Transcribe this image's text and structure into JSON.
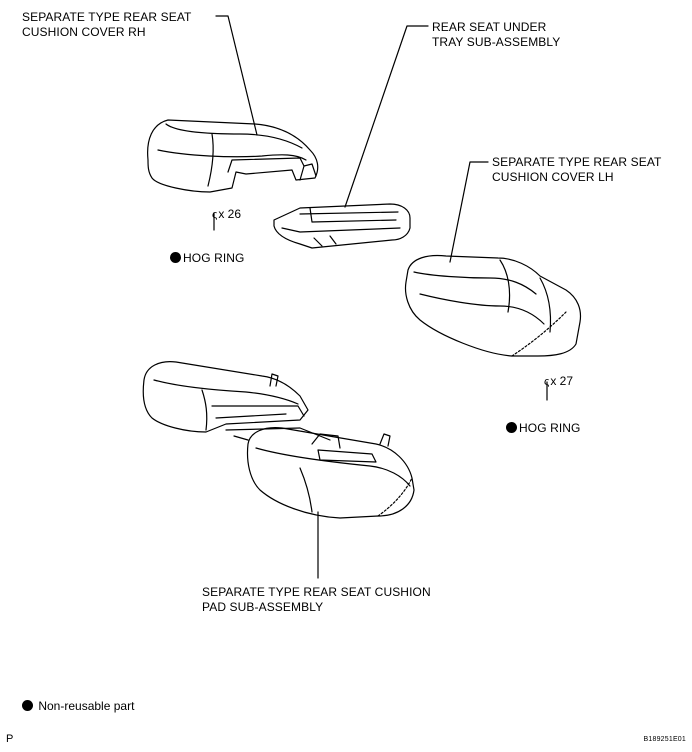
{
  "labels": {
    "cover_rh": {
      "line1": "SEPARATE TYPE REAR SEAT",
      "line2": "CUSHION COVER RH"
    },
    "under_tray": {
      "line1": "REAR SEAT UNDER",
      "line2": "TRAY SUB-ASSEMBLY"
    },
    "cover_lh": {
      "line1": "SEPARATE TYPE REAR SEAT",
      "line2": "CUSHION COVER LH"
    },
    "cushion_pad": {
      "line1": "SEPARATE TYPE REAR SEAT CUSHION",
      "line2": "PAD SUB-ASSEMBLY"
    }
  },
  "hog_ring_rh": {
    "qty": "x 26",
    "label": "HOG RING"
  },
  "hog_ring_lh": {
    "qty": "x 27",
    "label": "HOG RING"
  },
  "legend": {
    "text": "Non-reusable part"
  },
  "footer": {
    "page_marker": "P",
    "figure_id": "B189251E01"
  },
  "symbols": {
    "ring_glyph": "ς",
    "dot_color": "#000000"
  }
}
